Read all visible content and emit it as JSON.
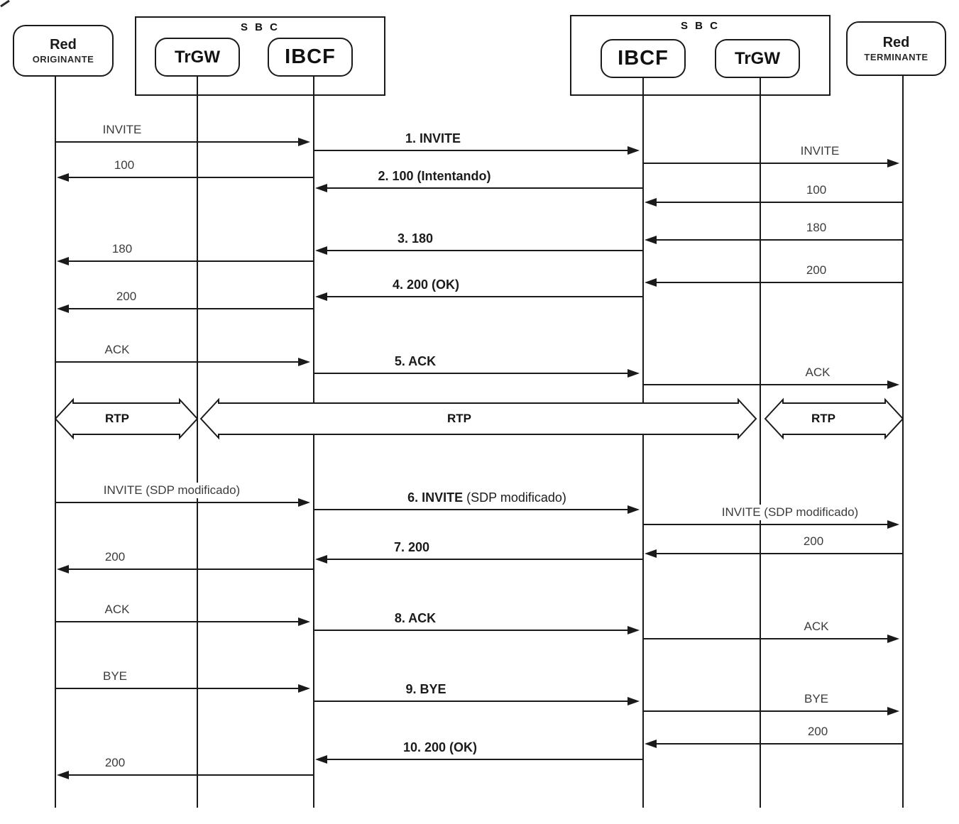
{
  "nodes": {
    "red_originante": {
      "title": "Red",
      "subtitle": "ORIGINANTE"
    },
    "sbc_left": {
      "title": "S B C"
    },
    "trgw_left": {
      "label": "TrGW"
    },
    "ibcf_left": {
      "label": "IBCF"
    },
    "sbc_right": {
      "title": "S B C"
    },
    "ibcf_right": {
      "label": "IBCF"
    },
    "trgw_right": {
      "label": "TrGW"
    },
    "red_terminante": {
      "title": "Red",
      "subtitle": "TERMINANTE"
    }
  },
  "messages": [
    {
      "from": "red_originante",
      "to": "ibcf_left",
      "label": "INVITE",
      "suffix": "",
      "bold": false
    },
    {
      "from": "ibcf_left",
      "to": "ibcf_right",
      "label": "1. INVITE",
      "suffix": "",
      "bold": true
    },
    {
      "from": "ibcf_right",
      "to": "red_terminante",
      "label": "INVITE",
      "suffix": "",
      "bold": false
    },
    {
      "from": "ibcf_left",
      "to": "red_originante",
      "label": "100",
      "suffix": "",
      "bold": false
    },
    {
      "from": "ibcf_right",
      "to": "ibcf_left",
      "label": "2. 100 (Intentando)",
      "suffix": "",
      "bold": true
    },
    {
      "from": "red_terminante",
      "to": "ibcf_right",
      "label": "100",
      "suffix": "",
      "bold": false
    },
    {
      "from": "red_terminante",
      "to": "ibcf_right",
      "label": "180",
      "suffix": "",
      "bold": false
    },
    {
      "from": "ibcf_right",
      "to": "ibcf_left",
      "label": "3. 180",
      "suffix": "",
      "bold": true
    },
    {
      "from": "ibcf_left",
      "to": "red_originante",
      "label": "180",
      "suffix": "",
      "bold": false
    },
    {
      "from": "red_terminante",
      "to": "ibcf_right",
      "label": "200",
      "suffix": "",
      "bold": false
    },
    {
      "from": "ibcf_right",
      "to": "ibcf_left",
      "label": "4. 200 (OK)",
      "suffix": "",
      "bold": true
    },
    {
      "from": "ibcf_left",
      "to": "red_originante",
      "label": "200",
      "suffix": "",
      "bold": false
    },
    {
      "from": "red_originante",
      "to": "ibcf_left",
      "label": "ACK",
      "suffix": "",
      "bold": false
    },
    {
      "from": "ibcf_left",
      "to": "ibcf_right",
      "label": "5. ACK",
      "suffix": "",
      "bold": true
    },
    {
      "from": "ibcf_right",
      "to": "red_terminante",
      "label": "ACK",
      "suffix": "",
      "bold": false
    },
    {
      "from": "red_originante",
      "to": "ibcf_left",
      "label": "INVITE (SDP modificado)",
      "suffix": "",
      "bold": false
    },
    {
      "from": "ibcf_left",
      "to": "ibcf_right",
      "label": "6. INVITE",
      "suffix": " (SDP modificado)",
      "bold": true
    },
    {
      "from": "ibcf_right",
      "to": "red_terminante",
      "label": "INVITE (SDP modificado)",
      "suffix": "",
      "bold": false
    },
    {
      "from": "red_terminante",
      "to": "ibcf_right",
      "label": "200",
      "suffix": "",
      "bold": false
    },
    {
      "from": "ibcf_right",
      "to": "ibcf_left",
      "label": "7. 200",
      "suffix": "",
      "bold": true
    },
    {
      "from": "ibcf_left",
      "to": "red_originante",
      "label": "200",
      "suffix": "",
      "bold": false
    },
    {
      "from": "red_originante",
      "to": "ibcf_left",
      "label": "ACK",
      "suffix": "",
      "bold": false
    },
    {
      "from": "ibcf_left",
      "to": "ibcf_right",
      "label": "8. ACK",
      "suffix": "",
      "bold": true
    },
    {
      "from": "ibcf_right",
      "to": "red_terminante",
      "label": "ACK",
      "suffix": "",
      "bold": false
    },
    {
      "from": "red_originante",
      "to": "ibcf_left",
      "label": "BYE",
      "suffix": "",
      "bold": false
    },
    {
      "from": "ibcf_left",
      "to": "ibcf_right",
      "label": "9. BYE",
      "suffix": "",
      "bold": true
    },
    {
      "from": "ibcf_right",
      "to": "red_terminante",
      "label": "BYE",
      "suffix": "",
      "bold": false
    },
    {
      "from": "red_terminante",
      "to": "ibcf_right",
      "label": "200",
      "suffix": "",
      "bold": false
    },
    {
      "from": "ibcf_right",
      "to": "ibcf_left",
      "label": "10. 200 (OK)",
      "suffix": "",
      "bold": true
    },
    {
      "from": "ibcf_left",
      "to": "red_originante",
      "label": "200",
      "suffix": "",
      "bold": false
    }
  ],
  "rtp_flows": [
    {
      "label": "RTP",
      "from": "red_originante",
      "to": "trgw_left"
    },
    {
      "label": "RTP",
      "from": "trgw_left",
      "to": "trgw_right"
    },
    {
      "label": "RTP",
      "from": "trgw_right",
      "to": "red_terminante"
    }
  ],
  "colors": {
    "line": "#1a1a1a",
    "side_label_text": "#3c3c3c",
    "bold_label_text": "#1b1b1b",
    "background": "#ffffff"
  }
}
